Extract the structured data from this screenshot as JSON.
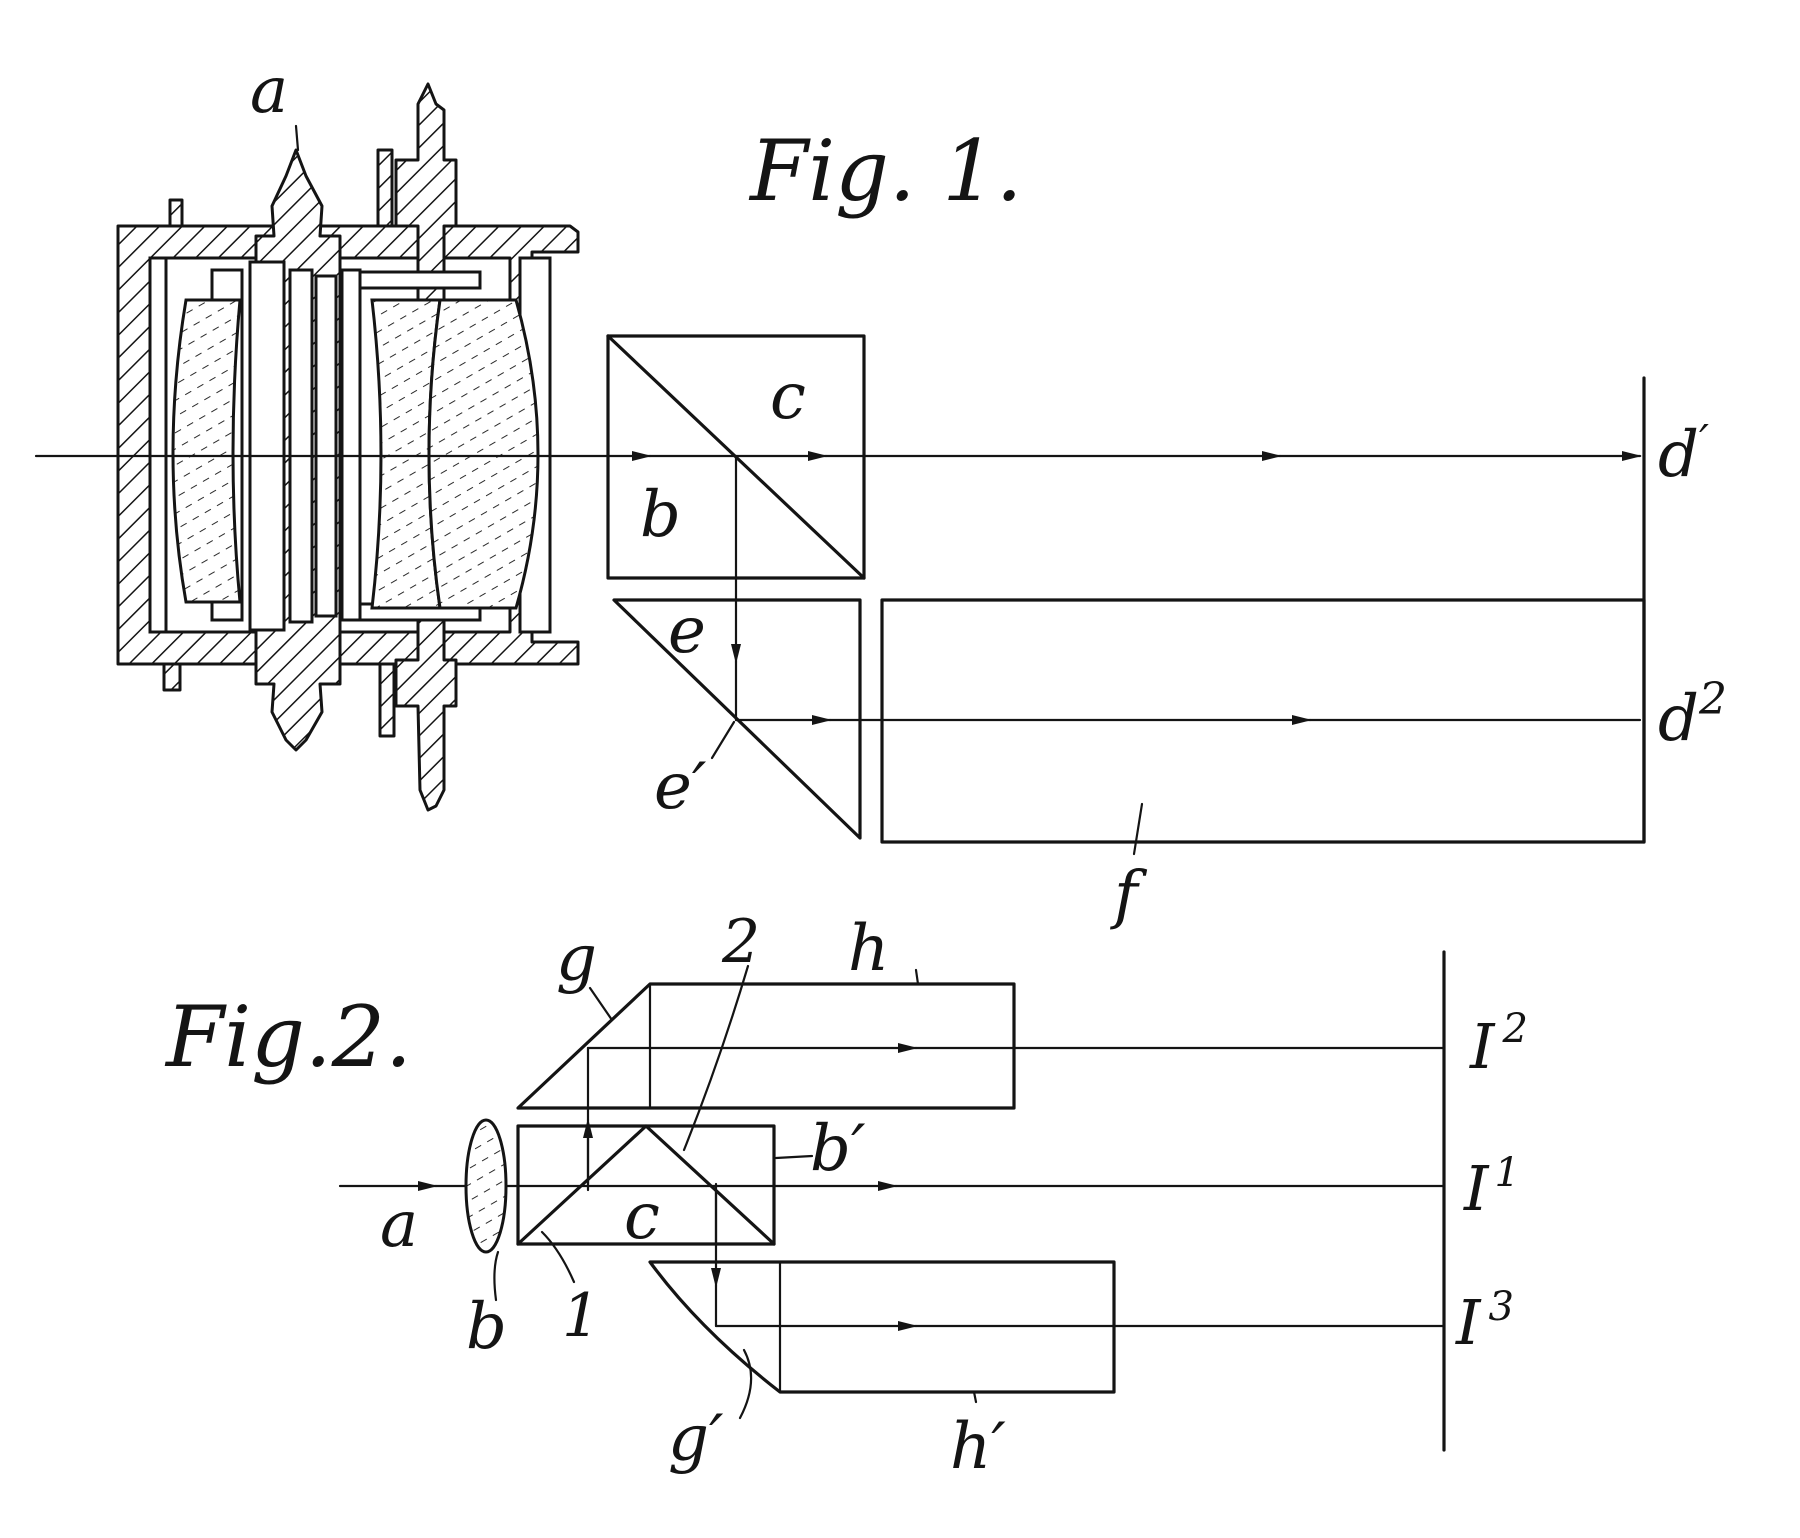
{
  "figure1": {
    "title": "Fig. 1.",
    "labels": {
      "a": "a",
      "b": "b",
      "c": "c",
      "d1": "d",
      "d1_sup": "′",
      "d2": "d",
      "d2_sup": "2",
      "e": "e",
      "e1": "e′",
      "f": "f"
    }
  },
  "figure2": {
    "title": "Fig.2.",
    "labels": {
      "a": "a",
      "b": "b",
      "b1": "b′",
      "c": "c",
      "g": "g",
      "g1": "g′",
      "h": "h",
      "h1": "h′",
      "n1": "1",
      "n2": "2",
      "I1": "I",
      "I1_sup": "1",
      "I2": "I",
      "I2_sup": "2",
      "I3": "I",
      "I3_sup": "3"
    }
  }
}
